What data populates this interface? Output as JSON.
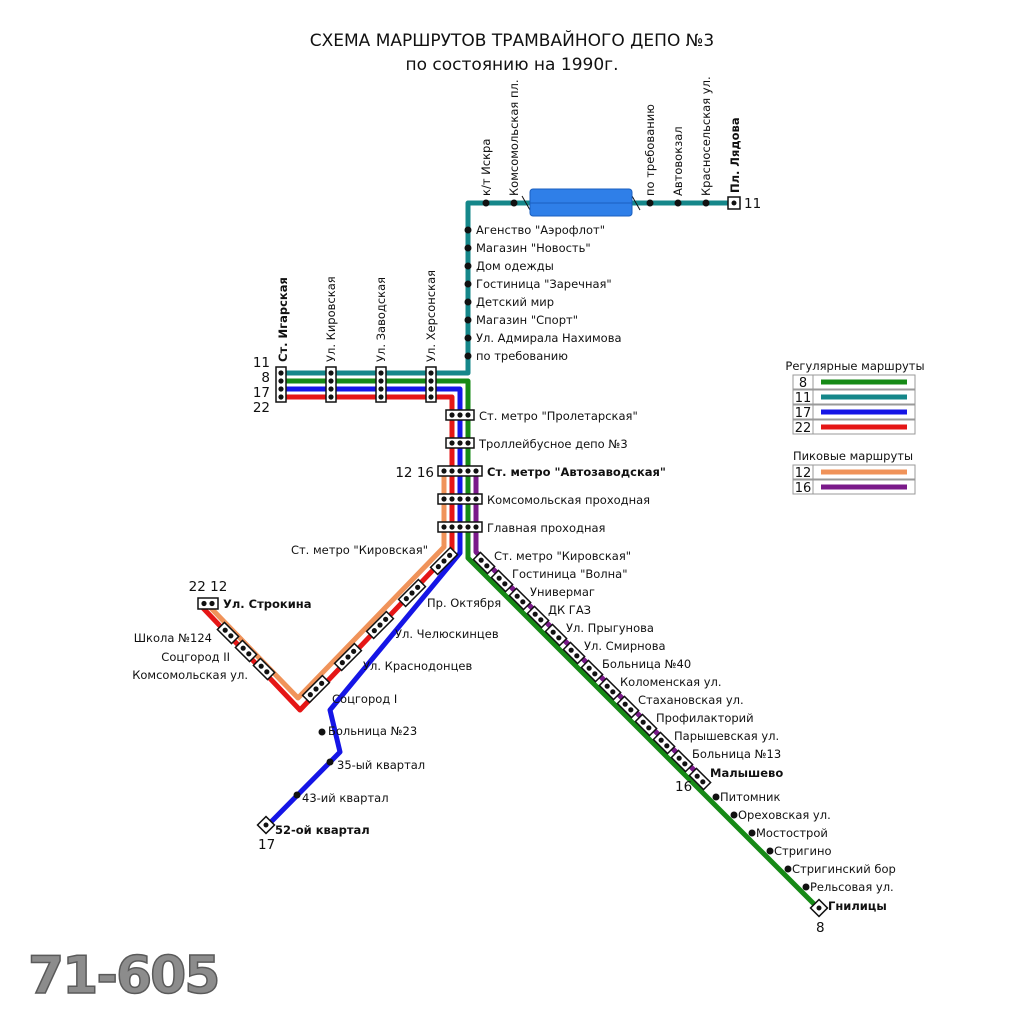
{
  "title": {
    "line1": "СХЕМА МАРШРУТОВ ТРАМВАЙНОГО ДЕПО №3",
    "line2": "по состоянию на 1990г."
  },
  "colors": {
    "route_8": "#168a16",
    "route_11": "#15878a",
    "route_17": "#1515e6",
    "route_22": "#e51616",
    "route_12": "#f0935a",
    "route_16": "#7a1a8a",
    "depot": "#2f7fe8"
  },
  "legend": {
    "regular_title": "Регулярные маршруты",
    "regular": [
      {
        "route": "8",
        "color": "#168a16"
      },
      {
        "route": "11",
        "color": "#15878a"
      },
      {
        "route": "17",
        "color": "#1515e6"
      },
      {
        "route": "22",
        "color": "#e51616"
      }
    ],
    "peak_title": "Пиковые маршруты",
    "peak": [
      {
        "route": "12",
        "color": "#f0935a"
      },
      {
        "route": "16",
        "color": "#7a1a8a"
      }
    ]
  },
  "stations": {
    "top_line": [
      "к/т Искра",
      "Комсомольская пл.",
      "по требованию",
      "Автовокзал",
      "Красносельская ул.",
      "Пл. Лядова"
    ],
    "vertical_line": [
      "Агенство \"Аэрофлот\"",
      "Магазин \"Новость\"",
      "Дом одежды",
      "Гостиница \"Заречная\"",
      "Детский мир",
      "Магазин \"Спорт\"",
      "Ул. Адмирала Нахимова",
      "по требованию"
    ],
    "west_line": [
      "Ст. Игарская",
      "Ул. Кировская",
      "Ул. Заводская",
      "Ул. Херсонская"
    ],
    "trunk": [
      "Ст. метро \"Пролетарская\"",
      "Троллейбусное депо №3",
      "Ст. метро \"Автозаводская\"",
      "Комсомольская проходная",
      "Главная проходная"
    ],
    "southwest": [
      "Ст. метро \"Кировская\"",
      "Пр. Октября",
      "Ул. Челюскинцев",
      "Ул. Краснодонцев",
      "Соцгород I",
      "Больница №23",
      "35-ый квартал",
      "43-ий квартал",
      "52-ой квартал"
    ],
    "strokina": [
      "Ул. Строкина",
      "Школа №124",
      "Соцгород II",
      "Комсомольская ул."
    ],
    "southeast": [
      "Ст. метро \"Кировская\"",
      "Гостиница \"Волна\"",
      "Универмаг",
      "ДК ГАЗ",
      "Ул. Прыгунова",
      "Ул. Смирнова",
      "Больница №40",
      "Коломенская ул.",
      "Стахановская ул.",
      "Профилакторий",
      "Парышевская ул.",
      "Больница №13",
      "Малышево",
      "Питомник",
      "Ореховская ул.",
      "Мостострой",
      "Стригино",
      "Стригинский бор",
      "Рельсовая ул.",
      "Гнилицы"
    ]
  },
  "terminal_numbers": {
    "lyadova": "11",
    "igarskaya": [
      "11",
      "8",
      "17",
      "22"
    ],
    "avtozavodskaya": "12 16",
    "strokina": "22 12",
    "kvartal52": "17",
    "malyshevo": "16",
    "gnilitsy": "8"
  },
  "watermark": "71-605"
}
